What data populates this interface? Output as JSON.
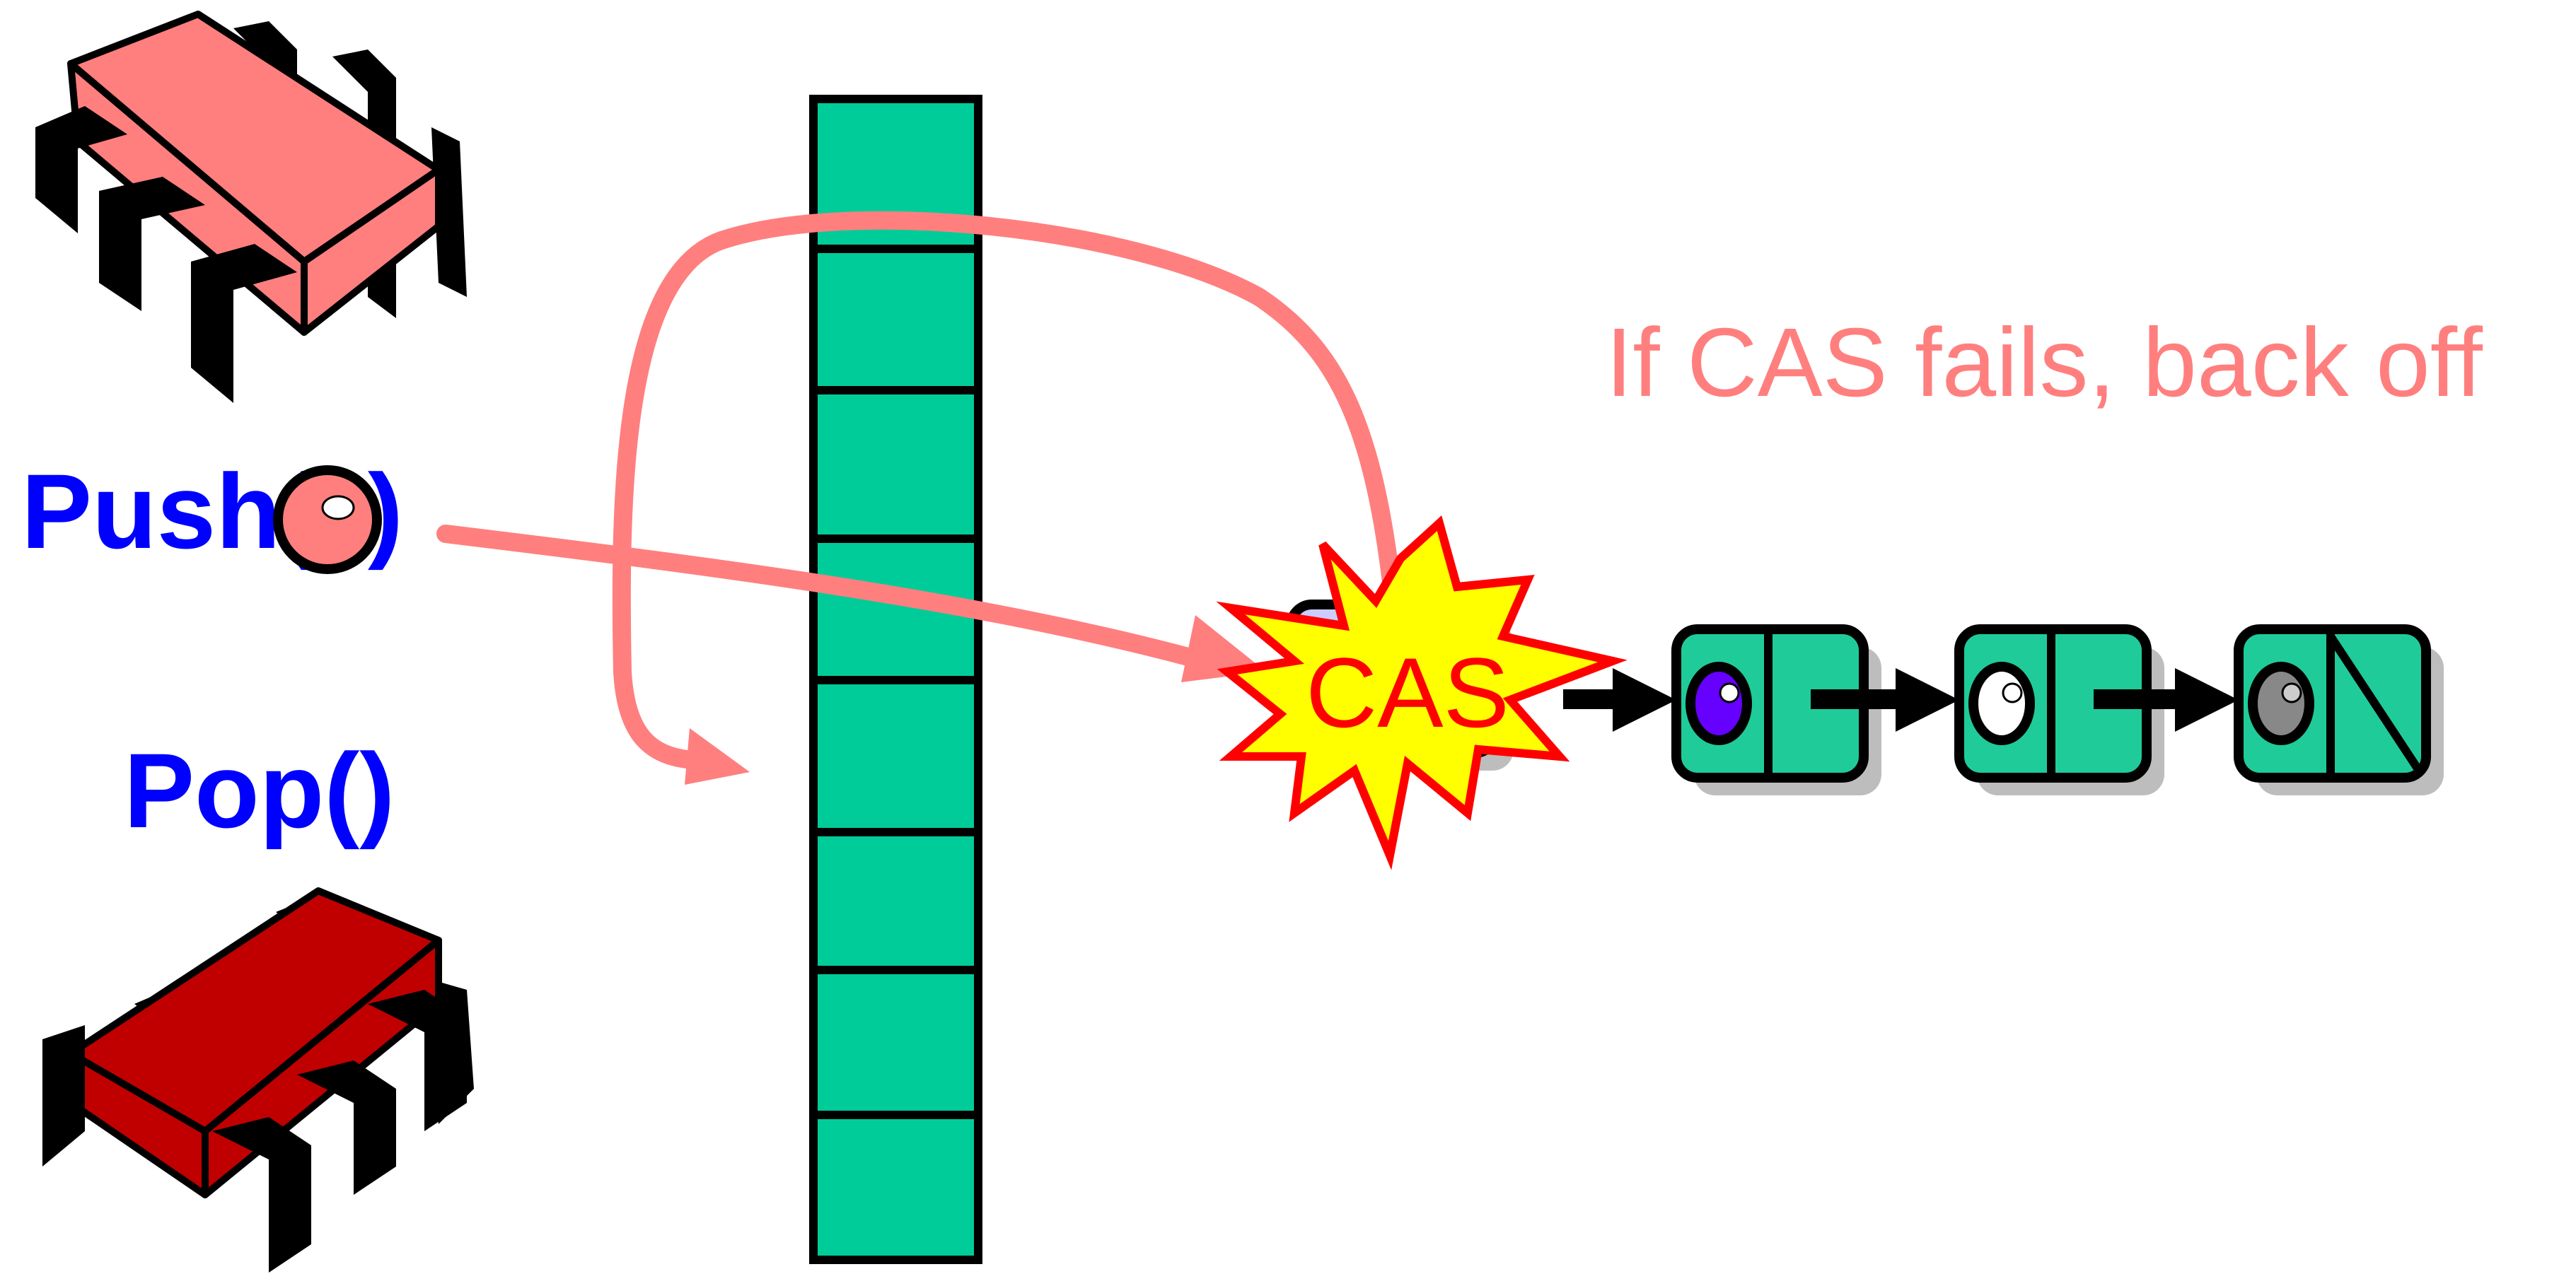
{
  "diagram": {
    "push_label": "Push(",
    "push_label_close": ")",
    "pop_label": "Pop()",
    "cas_label": "CAS",
    "note": "If CAS fails, back off"
  },
  "colors": {
    "slot_fill": "#00cc99",
    "node_fill": "#1fcc99",
    "label_blue": "#0000ff",
    "arrow_pink": "#ff7f7f",
    "chip_top": "#ff7f7f",
    "chip_bottom": "#c00000",
    "burst_fill": "#ffff00",
    "burst_stroke": "#ff0000",
    "node1_dot": "#6600ff",
    "node2_dot": "#ffffff",
    "node3_dot": "#888888"
  },
  "icons": {
    "processor_top": "processor-chip-icon",
    "processor_bottom": "processor-chip-icon",
    "push_item": "ball-icon",
    "burst": "explosion-burst-icon"
  }
}
